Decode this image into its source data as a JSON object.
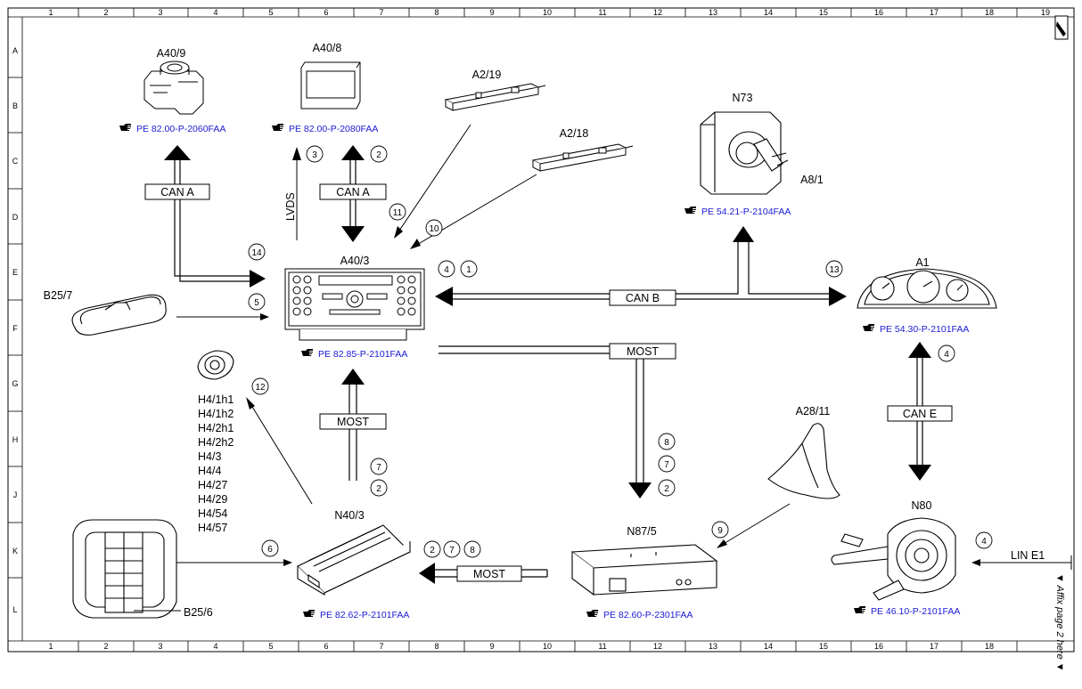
{
  "columns": [
    "1",
    "2",
    "3",
    "4",
    "5",
    "6",
    "7",
    "8",
    "9",
    "10",
    "11",
    "12",
    "13",
    "14",
    "15",
    "16",
    "17",
    "18",
    "19"
  ],
  "rows": [
    "A",
    "B",
    "C",
    "D",
    "E",
    "F",
    "G",
    "H",
    "J",
    "K",
    "L"
  ],
  "components": {
    "a40_9": "A40/9",
    "a40_8": "A40/8",
    "a2_19": "A2/19",
    "a2_18": "A2/18",
    "n73": "N73",
    "a8_1": "A8/1",
    "a40_3": "A40/3",
    "a1": "A1",
    "b25_7": "B25/7",
    "a28_11": "A28/11",
    "n80": "N80",
    "n40_3": "N40/3",
    "n87_5": "N87/5",
    "b25_6": "B25/6"
  },
  "speakers": [
    "H4/1h1",
    "H4/1h2",
    "H4/2h1",
    "H4/2h2",
    "H4/3",
    "H4/4",
    "H4/27",
    "H4/29",
    "H4/54",
    "H4/57"
  ],
  "refs": {
    "a40_9": "PE 82.00-P-2060FAA",
    "a40_8": "PE 82.00-P-2080FAA",
    "n73": "PE 54.21-P-2104FAA",
    "a40_3": "PE 82.85-P-2101FAA",
    "a1": "PE 54.30-P-2101FAA",
    "n40_3": "PE 82.62-P-2101FAA",
    "n87_5": "PE 82.60-P-2301FAA",
    "n80": "PE 46.10-P-2101FAA"
  },
  "buses": {
    "can_a_left": "CAN A",
    "can_a_mid": "CAN A",
    "lvds": "LVDS",
    "can_b": "CAN B",
    "most_right": "MOST",
    "most_mid": "MOST",
    "most_bottom": "MOST",
    "can_e": "CAN E",
    "lin_e1": "LIN E1"
  },
  "signals": {
    "s3": "3",
    "s2a": "2",
    "s11": "11",
    "s10": "10",
    "s14": "14",
    "s5": "5",
    "s4a": "4",
    "s1": "1",
    "s13": "13",
    "s4b": "4",
    "s12": "12",
    "s7a": "7",
    "s2b": "2",
    "s8a": "8",
    "s7b": "7",
    "s2c": "2",
    "s9": "9",
    "s6": "6",
    "s2d": "2",
    "s7c": "7",
    "s8b": "8",
    "s4c": "4"
  },
  "side_note": "▼ Affix page 2 here ▼"
}
